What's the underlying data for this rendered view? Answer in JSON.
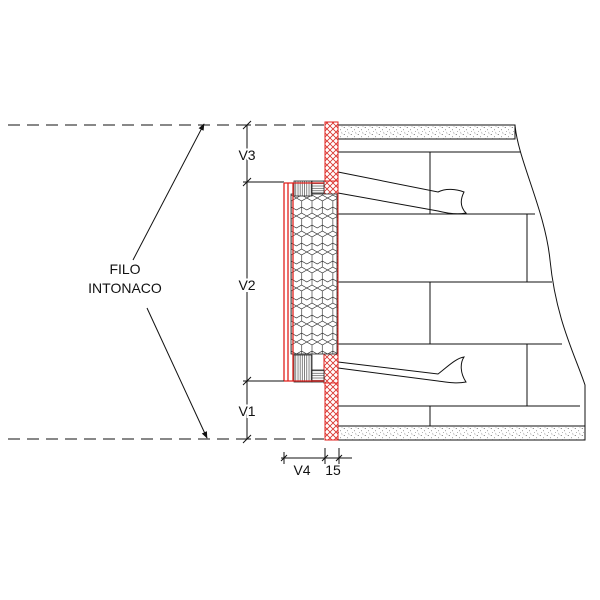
{
  "labels": {
    "filo": "FILO",
    "intonaco": "INTONACO",
    "v1": "V1",
    "v2": "V2",
    "v3": "V3",
    "v4": "V4",
    "dim15": "15"
  },
  "colors": {
    "line": "#111111",
    "accent": "#e0201c",
    "hatch": "#d8302a"
  }
}
